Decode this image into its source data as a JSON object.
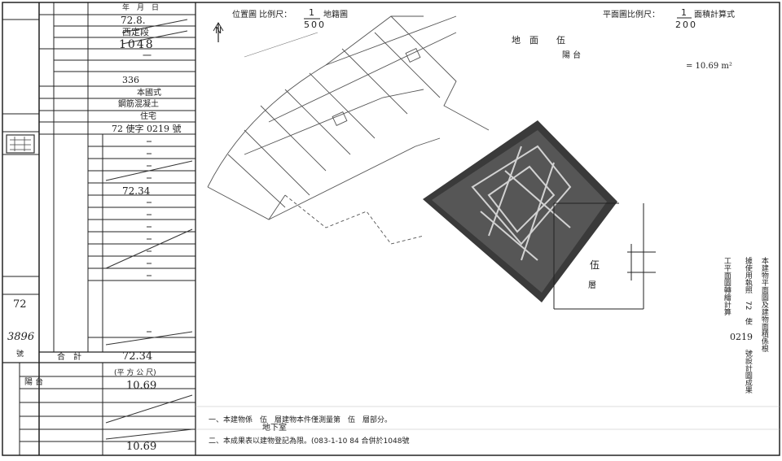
{
  "title": "平面圖比例尺：1/200　面積計算式",
  "location_scale": {
    "label": "位置圖 比例尺：",
    "numerator": "1",
    "denominator": "500",
    "suffix": "地籍圖"
  },
  "floor_scale": {
    "label": "平面圖比例尺：",
    "numerator": "1",
    "denominator": "200",
    "suffix": "面積計算式"
  },
  "calculation": {
    "ground_label": "地　面",
    "ground_floor": "伍",
    "balcony_label": "陽 台",
    "result": "= 10.69 m²"
  },
  "form": {
    "survey_date_label": "年　月　日",
    "survey_date_value": "72.8.",
    "district": "西定段",
    "lot_number": "1048",
    "road": "一",
    "house_number": "336",
    "structure_type": "本國式",
    "material": "鋼筋混凝土",
    "usage": "住宅",
    "license": "72 使字 0219 號",
    "area_total": "72.34",
    "area_floor5": "72.34",
    "balcony_label": "陽 台",
    "balcony_area": "10.69",
    "balcony_total": "10.69",
    "area_unit": "(平 方 公 尺)",
    "applicant_number_year": "72",
    "applicant_number": "3896",
    "applicant_number_suffix": "號",
    "total_label": "合　計"
  },
  "notes": {
    "note1": "一、本建物係　伍　層建物本件僅測量第　伍　層部分。",
    "note1_extra": "地下室",
    "note2": "二、本成果表以建物登記為限。(083-1-10 84 合併於1048號"
  },
  "right_column": {
    "col1": "本建物平面圖及建物面積係根",
    "col2": "據使用執照　72　使",
    "col3": "0219",
    "col4": "號設計圖成果",
    "col5": "工平面圖轉繪計算"
  },
  "labels": {
    "floor5": "伍",
    "floor5_suffix": "層"
  },
  "seal_text": "",
  "north_label": "N"
}
